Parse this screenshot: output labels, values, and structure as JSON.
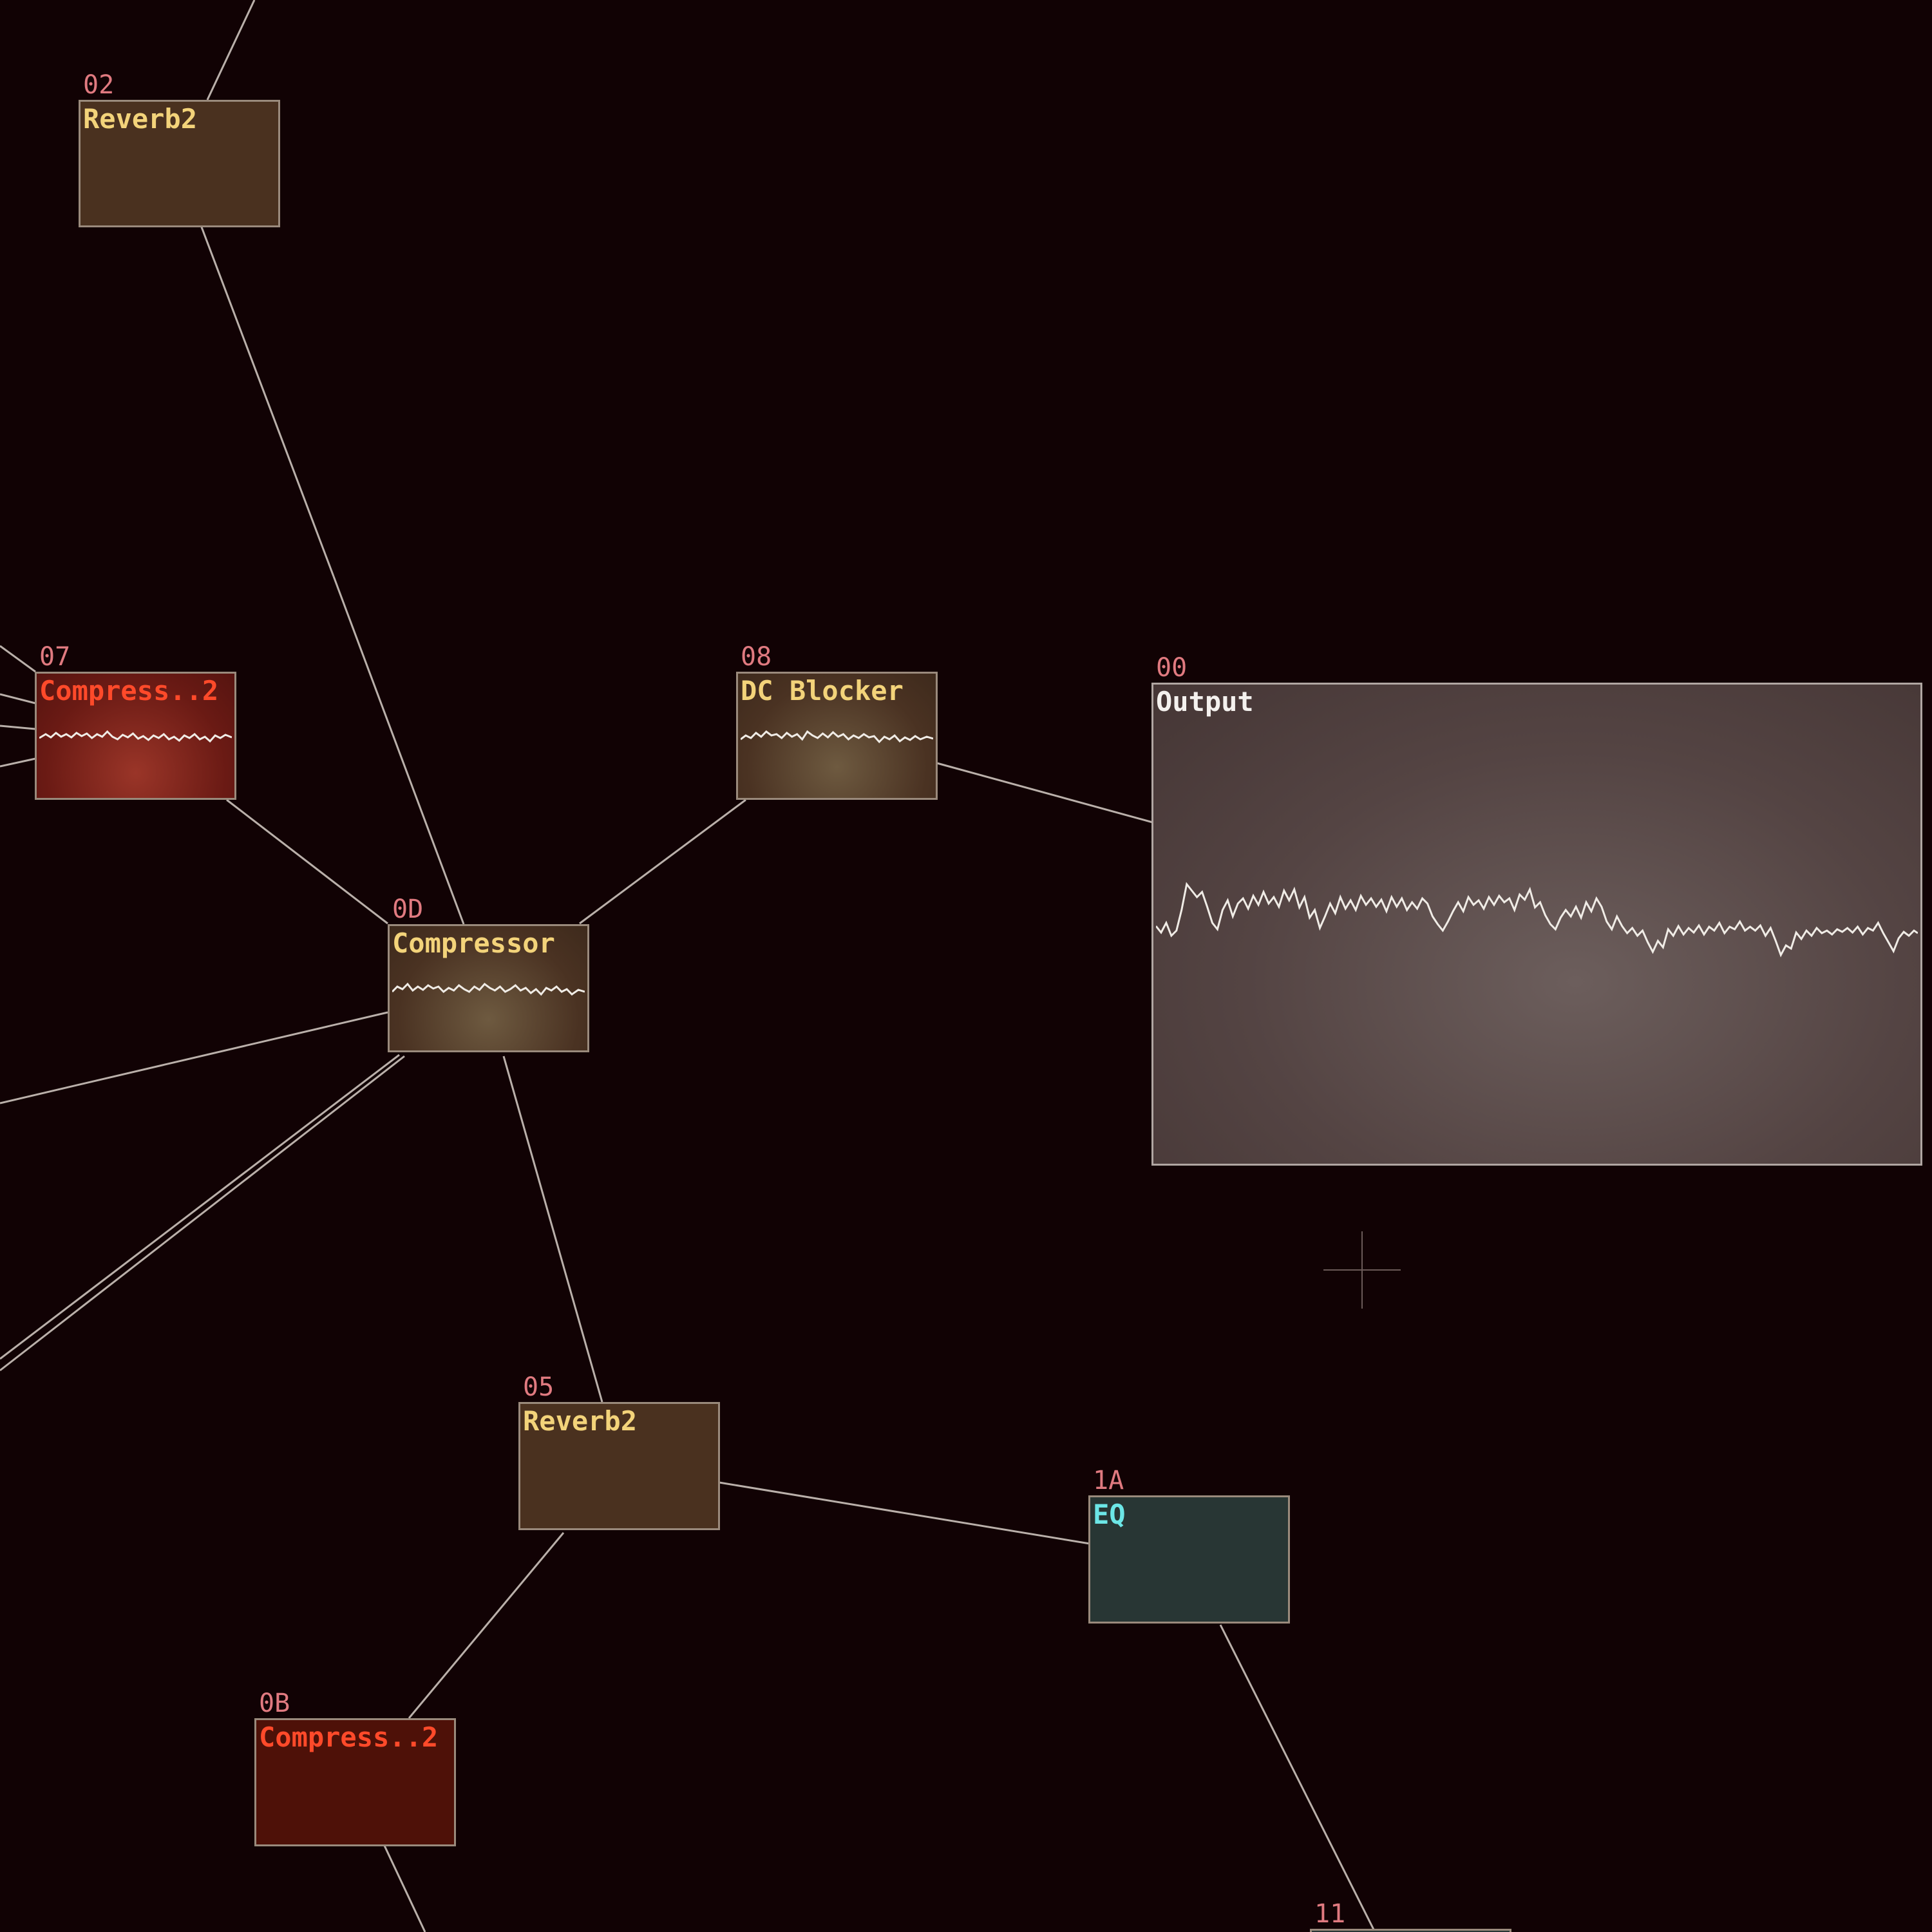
{
  "nodes": {
    "n02": {
      "id": "02",
      "label": "Reverb2"
    },
    "n07": {
      "id": "07",
      "label": "Compress..2"
    },
    "n08": {
      "id": "08",
      "label": "DC Blocker"
    },
    "n00": {
      "id": "00",
      "label": "Output"
    },
    "n0D": {
      "id": "0D",
      "label": "Compressor"
    },
    "n05": {
      "id": "05",
      "label": "Reverb2"
    },
    "n1A": {
      "id": "1A",
      "label": "EQ"
    },
    "n0B": {
      "id": "0B",
      "label": "Compress..2"
    },
    "n11": {
      "id": "11",
      "label": ""
    }
  },
  "colors": {
    "background": "#110204",
    "connection": "#d8cfc8",
    "node_id": "#e07a80",
    "label_yellow": "#f3d37a",
    "label_red": "#ff4a2a",
    "label_cyan": "#6ce6e6",
    "label_white": "#f4f1ee"
  }
}
